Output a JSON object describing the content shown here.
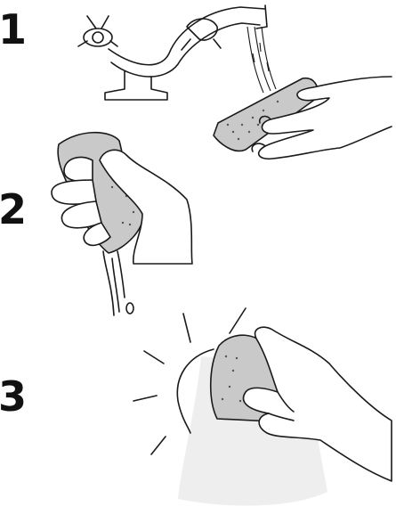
{
  "steps": [
    {
      "number": "1",
      "illustration": "tap-rinse-sponge-icon"
    },
    {
      "number": "2",
      "illustration": "squeeze-sponge-icon"
    },
    {
      "number": "3",
      "illustration": "wipe-surface-icon"
    }
  ]
}
